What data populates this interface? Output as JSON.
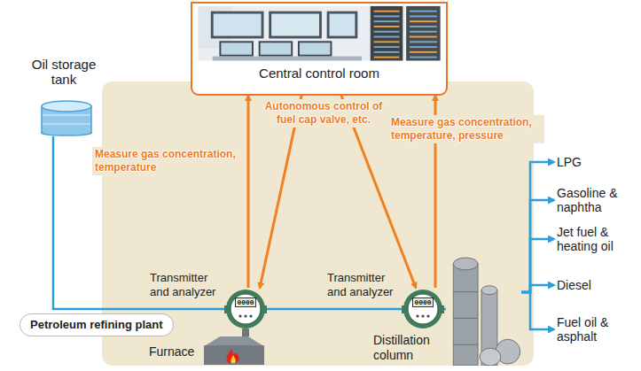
{
  "diagram": {
    "nodes": [
      {
        "text": [
          "Petroleum refining plant"
        ]
      },
      {
        "text": [
          "Central control room"
        ]
      },
      {
        "text": [
          "Oil storage tank"
        ]
      },
      {
        "text": [
          "Transmitter and analyzer"
        ],
        "in": 0
      },
      {
        "text": [
          "Furnace"
        ],
        "in": 0
      },
      {
        "text": [
          "Transmitter and analyzer"
        ],
        "in": 0
      },
      {
        "text": [
          "Distillation column"
        ],
        "in": 0
      },
      {
        "text": [
          "LPG"
        ]
      },
      {
        "text": [
          "Gasoline & naphtha"
        ]
      },
      {
        "text": [
          "Jet fuel & heating oil"
        ]
      },
      {
        "text": [
          "Diesel"
        ]
      },
      {
        "text": [
          "Fuel oil & asphalt"
        ]
      }
    ],
    "edges": [
      {
        "from": 2,
        "to": 3,
        "arrow": "none"
      },
      {
        "from": 3,
        "to": 5,
        "arrow": "none"
      },
      {
        "from": 5,
        "to": 6,
        "arrow": "none"
      },
      {
        "from": 3,
        "to": 1,
        "label": "Measure gas concentration, temperature",
        "arrow": "to"
      },
      {
        "from": 1,
        "to": 3,
        "label": "Autonomous control of fuel cap valve, etc.",
        "arrow": "to"
      },
      {
        "from": 1,
        "to": 5,
        "arrow": "to"
      },
      {
        "from": 5,
        "to": 1,
        "label": "Measure gas concentration, temperature, pressure",
        "arrow": "to"
      },
      {
        "from": 6,
        "to": 7,
        "arrow": "to"
      },
      {
        "from": 6,
        "to": 8,
        "arrow": "to"
      },
      {
        "from": 6,
        "to": 9,
        "arrow": "to"
      },
      {
        "from": 6,
        "to": 10,
        "arrow": "to"
      },
      {
        "from": 6,
        "to": 11,
        "arrow": "to"
      }
    ],
    "labels": [
      "0000",
      "0000"
    ]
  }
}
